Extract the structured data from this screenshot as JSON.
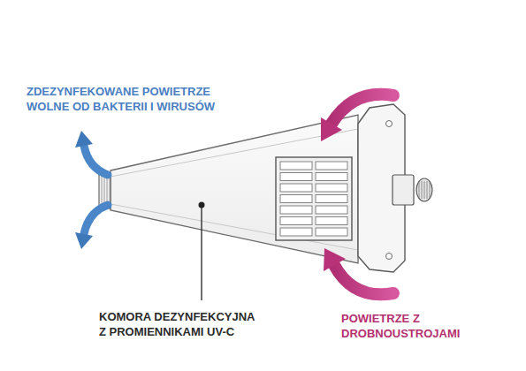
{
  "diagram": {
    "labels": [
      "ZDEZYNFEKOWANE POWIETRZE WOLNE OD BAKTERII I WIRUSÓW",
      "KOMORA DEZYNFEKCYJNA Z PROMIENNIKAMI UV-C",
      "POWIETRZE Z DROBNOUSTROJAMI"
    ]
  }
}
